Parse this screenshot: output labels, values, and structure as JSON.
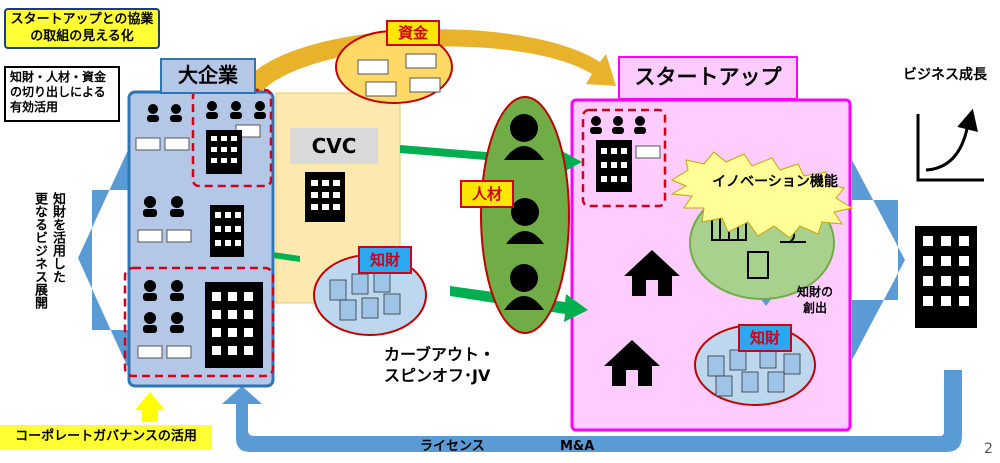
{
  "colors": {
    "corp_fill": "#b4c7e7",
    "corp_border": "#2e75b6",
    "startup_fill": "#ffccff",
    "startup_border": "#ff00ff",
    "cvc_fill": "#fde9b0",
    "green_ellipse": "#70ad47",
    "money_fill": "#ffd966",
    "ip_fill": "#bdd7ee",
    "arrow_blue": "#5b9bd5",
    "arrow_green": "#00b050"
  },
  "labels": {
    "visualize_box": "スタートアップとの協業\nの取組の見える化",
    "resource_box": "知財・人材・資金\nの切り出しによる\n有効活用",
    "large_company": "大企業",
    "startup": "スタートアップ",
    "business_growth": "ビジネス成長",
    "funds": "資金",
    "talent": "人材",
    "ip_left": "知財",
    "ip_right": "知財",
    "cvc": "CVC",
    "innovation": "イノベーション機能",
    "ip_creation": "知財の\n創出",
    "carveout": "カーブアウト・\nスピンオフ･JV",
    "further_business": "知財を活用した\n更なるビジネス展開",
    "governance": "コーポレートガバナンスの活用",
    "license": "ライセンス",
    "ma": "M&A",
    "page_num": "2"
  }
}
